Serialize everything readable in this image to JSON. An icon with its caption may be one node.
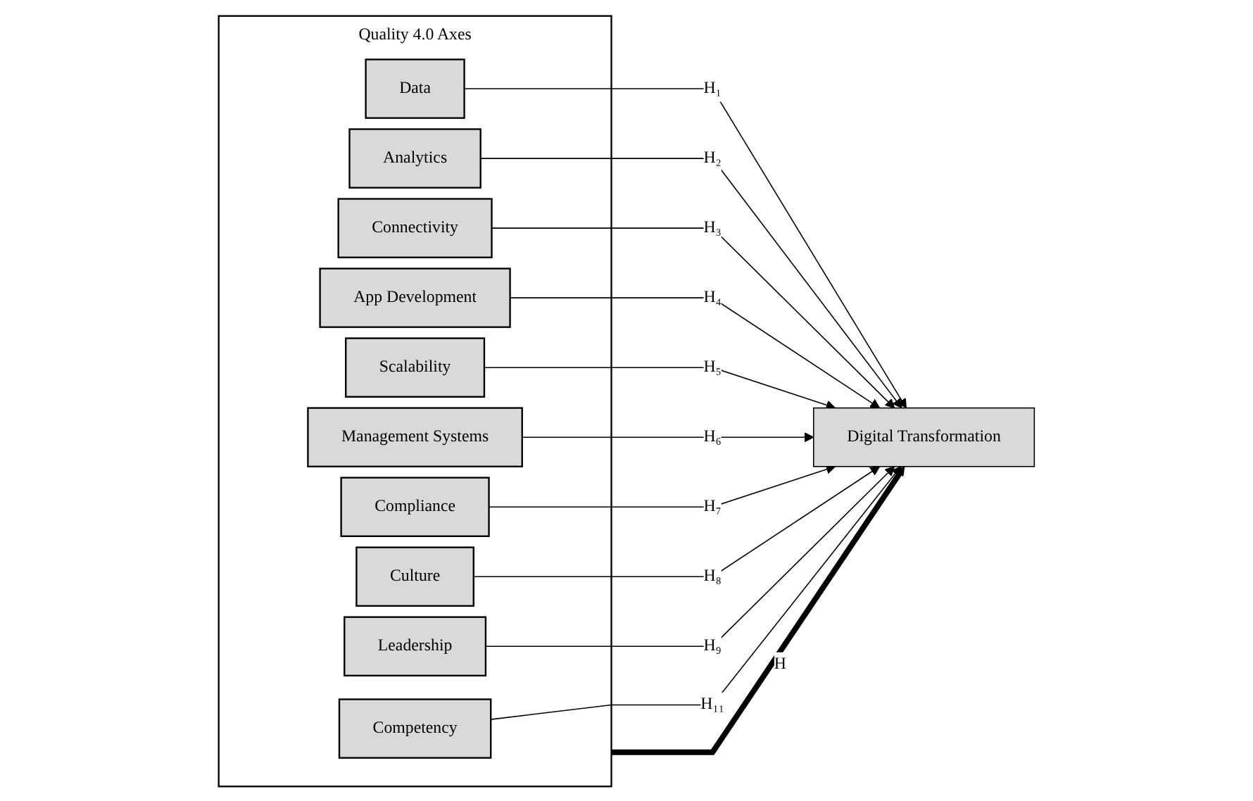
{
  "diagram": {
    "nodes": [
      {
        "text": [
          "Quality 4.0 Axes"
        ]
      },
      {
        "text": [
          "Data"
        ],
        "in": 0
      },
      {
        "text": [
          "Analytics"
        ],
        "in": 0
      },
      {
        "text": [
          "Connectivity"
        ],
        "in": 0
      },
      {
        "text": [
          "App Development"
        ],
        "in": 0
      },
      {
        "text": [
          "Scalability"
        ],
        "in": 0
      },
      {
        "text": [
          "Management Systems"
        ],
        "in": 0
      },
      {
        "text": [
          "Compliance"
        ],
        "in": 0
      },
      {
        "text": [
          "Culture"
        ],
        "in": 0
      },
      {
        "text": [
          "Leadership"
        ],
        "in": 0
      },
      {
        "text": [
          "Competency"
        ],
        "in": 0
      },
      {
        "text": [
          "Digital Transformation"
        ]
      }
    ],
    "edges": [
      {
        "from": 1,
        "to": 11,
        "arrow": "to",
        "label": "H₁"
      },
      {
        "from": 2,
        "to": 11,
        "arrow": "to",
        "label": "H₂"
      },
      {
        "from": 3,
        "to": 11,
        "arrow": "to",
        "label": "H₃"
      },
      {
        "from": 4,
        "to": 11,
        "arrow": "to",
        "label": "H₄"
      },
      {
        "from": 5,
        "to": 11,
        "arrow": "to",
        "label": "H₅"
      },
      {
        "from": 6,
        "to": 11,
        "arrow": "to",
        "label": "H₆"
      },
      {
        "from": 7,
        "to": 11,
        "arrow": "to",
        "label": "H₇"
      },
      {
        "from": 8,
        "to": 11,
        "arrow": "to",
        "label": "H₈"
      },
      {
        "from": 9,
        "to": 11,
        "arrow": "to",
        "label": "H₉"
      },
      {
        "from": 10,
        "to": 11,
        "arrow": "to",
        "label": "H₁₁"
      },
      {
        "from": 0,
        "to": 11,
        "arrow": "to",
        "label": "H",
        "style": "thick"
      }
    ]
  }
}
